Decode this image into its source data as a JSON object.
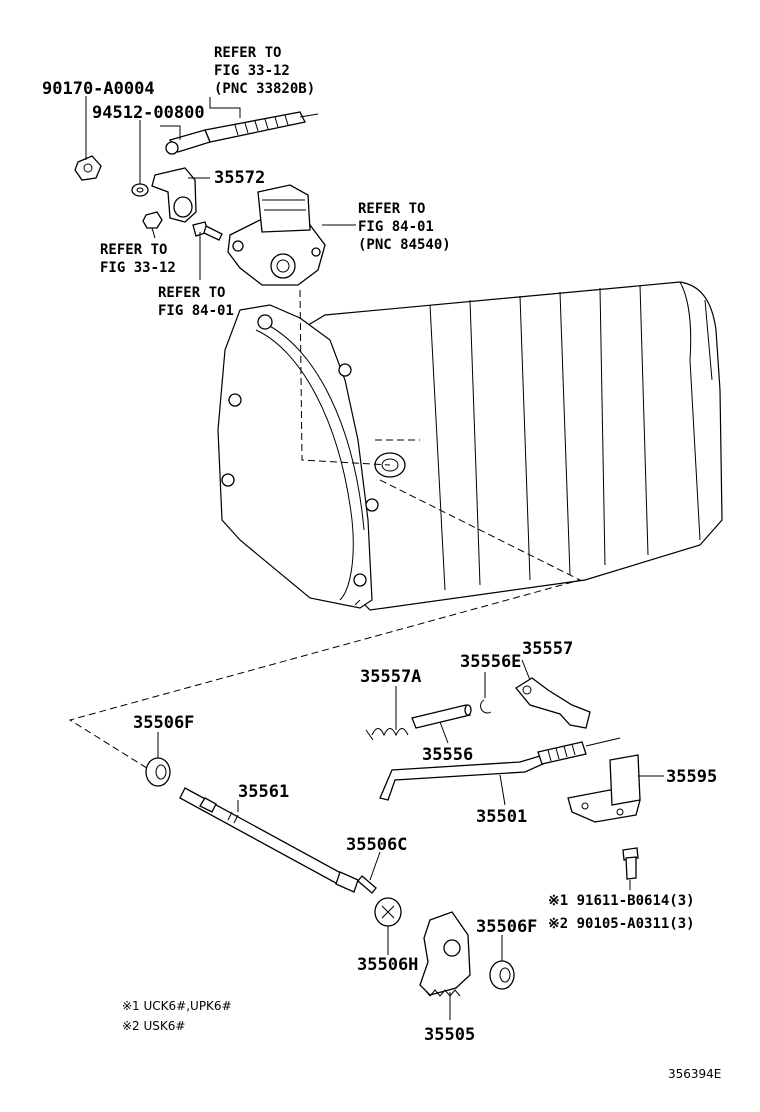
{
  "labels": {
    "p90170": "90170-A0004",
    "p94512": "94512-00800",
    "ref1_l1": "REFER TO",
    "ref1_l2": "FIG 33-12",
    "ref1_l3": "(PNC 33820B)",
    "p35572": "35572",
    "ref2_l1": "REFER TO",
    "ref2_l2": "FIG 84-01",
    "ref2_l3": "(PNC 84540)",
    "ref3_l1": "REFER TO",
    "ref3_l2": "FIG 33-12",
    "ref4_l1": "REFER TO",
    "ref4_l2": "FIG 84-01",
    "p35557": "35557",
    "p35556E": "35556E",
    "p35557A": "35557A",
    "p35556": "35556",
    "p35506F_a": "35506F",
    "p35561": "35561",
    "p35501": "35501",
    "p35595": "35595",
    "p35506C": "35506C",
    "p35506H": "35506H",
    "p35506F_b": "35506F",
    "p35505": "35505",
    "bolt1": "※1 91611-B0614(3)",
    "bolt2": "※2 90105-A0311(3)"
  },
  "notes": {
    "n1": "※1  UCK6#,UPK6#",
    "n2": "※2  USK6#"
  },
  "figure_id": "356394E"
}
